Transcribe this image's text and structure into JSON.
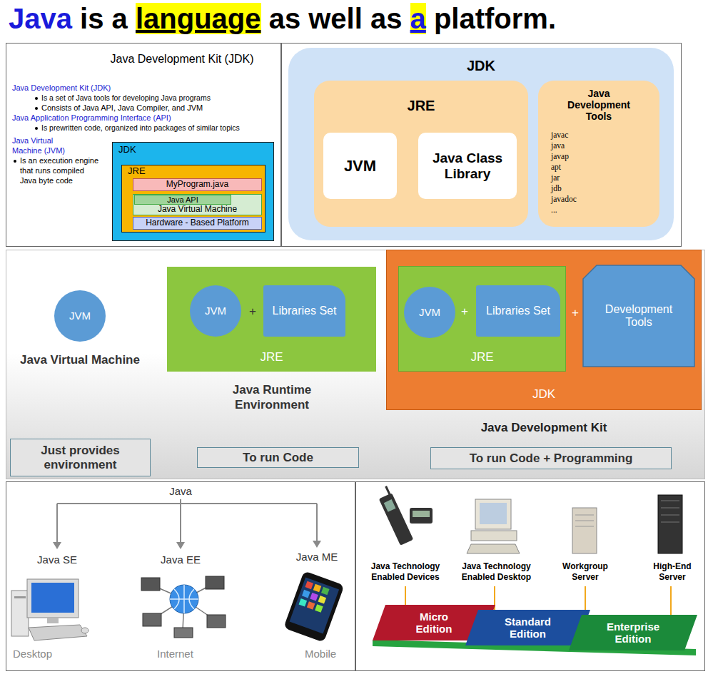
{
  "diagram": {
    "title": "Java is a language as well as a platform.",
    "nodes": [
      {
        "text": [
          "Java Development Kit (JDK)"
        ]
      },
      {
        "text": [
          "JDK"
        ],
        "in": 0
      },
      {
        "text": [
          "JRE"
        ],
        "in": 1
      },
      {
        "text": [
          "MyProgram.java"
        ],
        "in": 2
      },
      {
        "text": [
          "Java Virtual Machine"
        ],
        "in": 2
      },
      {
        "text": [
          "Java API"
        ],
        "in": 4
      },
      {
        "text": [
          "Hardware - Based Platform"
        ],
        "in": 2
      },
      {
        "text": [
          "JDK"
        ]
      },
      {
        "text": [
          "JRE"
        ],
        "in": 7
      },
      {
        "text": [
          "JVM"
        ],
        "in": 8
      },
      {
        "text": [
          "Java Class Library"
        ],
        "in": 8
      },
      {
        "text": [
          "Java Development Tools",
          "javac",
          "java",
          "javap",
          "apt",
          "jar",
          "jdb",
          "javadoc",
          "..."
        ],
        "in": 7
      },
      {
        "text": [
          "JVM"
        ]
      },
      {
        "text": [
          "JRE"
        ]
      },
      {
        "text": [
          "JVM"
        ],
        "in": 13
      },
      {
        "text": [
          "Libraries Set"
        ],
        "in": 13
      },
      {
        "text": [
          "JDK"
        ]
      },
      {
        "text": [
          "JRE"
        ],
        "in": 16
      },
      {
        "text": [
          "JVM"
        ],
        "in": 17
      },
      {
        "text": [
          "Libraries Set"
        ],
        "in": 17
      },
      {
        "text": [
          "Development Tools"
        ],
        "in": 16
      },
      {
        "text": [
          "Just provides environment"
        ]
      },
      {
        "text": [
          "To run Code"
        ]
      },
      {
        "text": [
          "To run Code + Programming"
        ]
      },
      {
        "text": [
          "Micro Edition"
        ]
      },
      {
        "text": [
          "Standard Edition"
        ]
      },
      {
        "text": [
          "Enterprise Edition"
        ]
      }
    ],
    "labels": [
      "Java Development Kit (JDK)",
      "Is a set of Java tools for developing Java programs",
      "Consists of Java API, Java Compiler, and JVM",
      "Java Application Programming Interface (API)",
      "Is prewritten code, organized into packages of similar topics",
      "Java Virtual Machine (JVM)",
      "Is an execution engine that runs compiled Java byte code",
      "Java Virtual Machine",
      "+",
      "Java Runtime Environment",
      "+",
      "+",
      "Java Development Kit",
      "Java",
      "Java SE",
      "Java EE",
      "Java ME",
      "Desktop",
      "Internet",
      "Mobile",
      "Java Technology Enabled Devices",
      "Java Technology Enabled Desktop",
      "Workgroup Server",
      "High-End Server"
    ]
  }
}
